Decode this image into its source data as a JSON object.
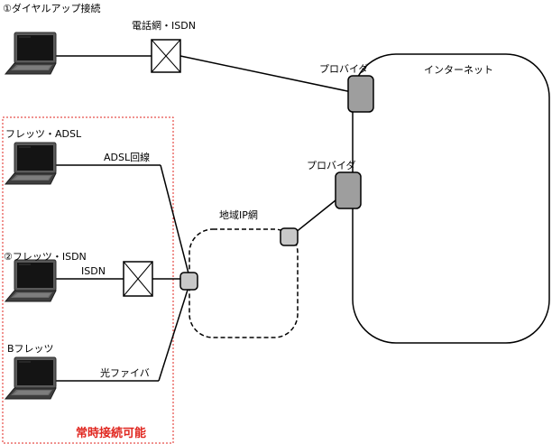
{
  "labels": {
    "dialup_title": "①ダイヤルアップ接続",
    "phone_network": "電話網・ISDN",
    "provider_1": "プロバイダ",
    "internet": "インターネット",
    "flets_adsl": "フレッツ・ADSL",
    "adsl_line": "ADSL回線",
    "provider_2": "プロバイダ",
    "regional_ip": "地域IP網",
    "flets_isdn": "②フレッツ・ISDN",
    "isdn": "ISDN",
    "b_flets": "Bフレッツ",
    "fiber": "光ファイバ",
    "always_on": "常時接続可能"
  },
  "colors": {
    "line": "#000000",
    "node_fill": "#9e9e9e",
    "node_fill_light": "#c8c8c8",
    "always_on_border": "#e0261f",
    "always_on_text": "#e0261f",
    "laptop_body": "#4a4a4a",
    "laptop_screen": "#1a1a1a"
  },
  "icons": {
    "laptop": "laptop-icon",
    "switch": "cross-box-icon"
  }
}
